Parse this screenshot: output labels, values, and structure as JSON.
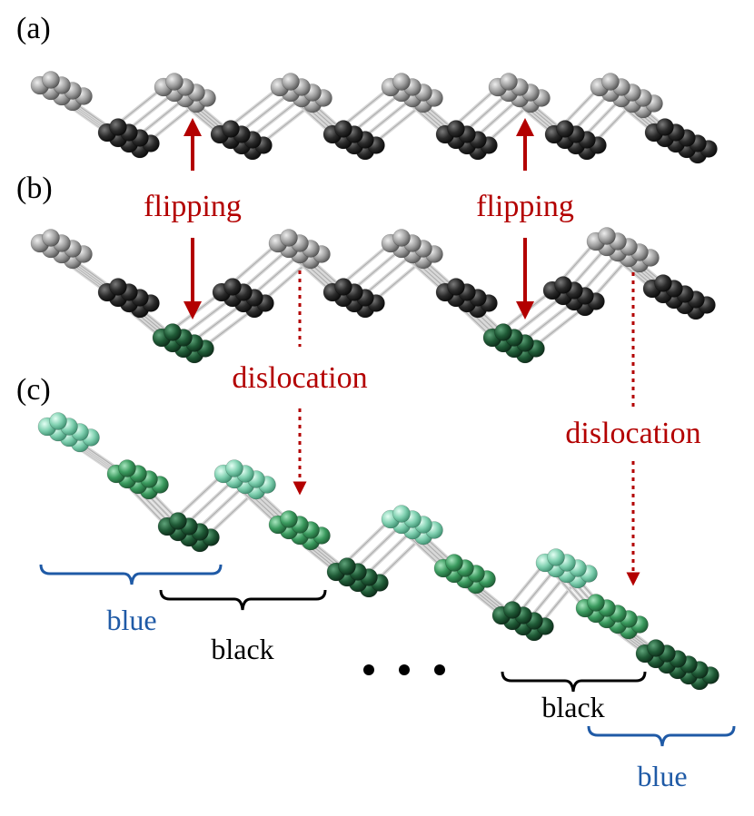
{
  "panel_labels": {
    "a": "(a)",
    "b": "(b)",
    "c": "(c)"
  },
  "annotations": {
    "flipping_left": "flipping",
    "flipping_right": "flipping",
    "dislocation_left": "dislocation",
    "dislocation_right": "dislocation",
    "blue_left": "blue",
    "black_left": "black",
    "black_right": "black",
    "blue_right": "blue",
    "ellipsis": "• • •"
  },
  "colors": {
    "top_atom": "#9a9a9a",
    "bottom_atom": "#2a2a2a",
    "dark_green": "#1f5a36",
    "mid_green": "#3a9a5e",
    "light_green": "#7fd0b0",
    "bond": "#d8d8d8",
    "red": "#b30000",
    "blue": "#1f5aa6"
  }
}
